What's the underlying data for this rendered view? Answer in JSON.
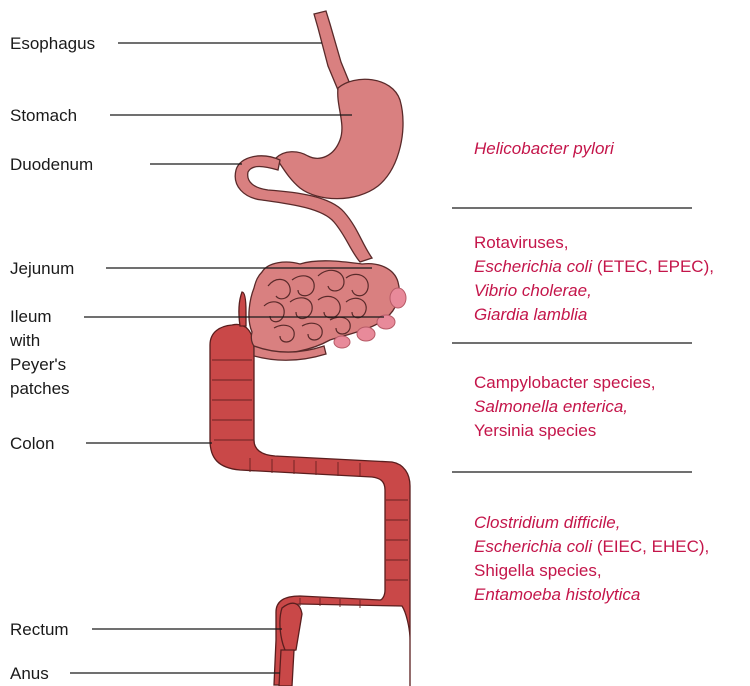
{
  "organs": {
    "esophagus": "Esophagus",
    "stomach": "Stomach",
    "duodenum": "Duodenum",
    "jejunum": "Jejunum",
    "ileum": [
      "Ileum",
      "with",
      "Peyer's",
      "patches"
    ],
    "colon": "Colon",
    "rectum": "Rectum",
    "anus": "Anus"
  },
  "pathogens": {
    "stomach_group": [
      {
        "text": "Helicobacter pylori",
        "italic": true
      }
    ],
    "small_intestine_group": [
      [
        {
          "text": "Rotaviruses,",
          "italic": false
        }
      ],
      [
        {
          "text": "Escherichia coli",
          "italic": true
        },
        {
          "text": " (ETEC, EPEC),",
          "italic": false
        }
      ],
      [
        {
          "text": "Vibrio cholerae,",
          "italic": true
        }
      ],
      [
        {
          "text": "Giardia lamblia",
          "italic": true
        }
      ]
    ],
    "ileum_group": [
      [
        {
          "text": "Campylobacter species,",
          "italic": false
        }
      ],
      [
        {
          "text": "Salmonella enterica,",
          "italic": true
        }
      ],
      [
        {
          "text": "Yersinia species",
          "italic": false
        }
      ]
    ],
    "colon_group": [
      [
        {
          "text": "Clostridium difficile,",
          "italic": true
        }
      ],
      [
        {
          "text": "Escherichia coli",
          "italic": true
        },
        {
          "text": " (EIEC, EHEC),",
          "italic": false
        }
      ],
      [
        {
          "text": "Shigella species,",
          "italic": false
        }
      ],
      [
        {
          "text": "Entamoeba histolytica",
          "italic": true
        }
      ]
    ]
  },
  "colors": {
    "pathogen_text": "#c4154a",
    "upper_gi": "#d98080",
    "colon": "#c94848",
    "peyers_patch": "#e88a9a"
  }
}
